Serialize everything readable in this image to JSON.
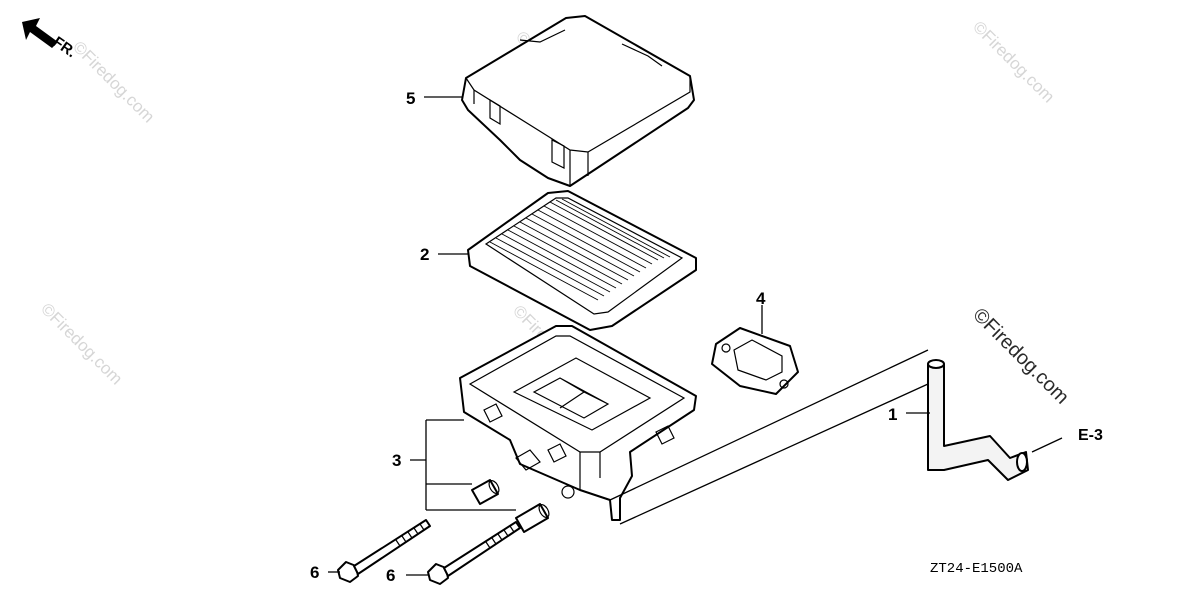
{
  "direction_indicator": {
    "label": "FR.",
    "icon": "front-arrow-icon"
  },
  "parts": [
    {
      "number": "5",
      "name": "air-cleaner-cover"
    },
    {
      "number": "2",
      "name": "air-filter-element"
    },
    {
      "number": "4",
      "name": "gasket"
    },
    {
      "number": "3",
      "name": "air-cleaner-case"
    },
    {
      "number": "1",
      "name": "breather-tube"
    },
    {
      "number": "6",
      "name": "bolt"
    },
    {
      "number": "6",
      "name": "bolt"
    }
  ],
  "reference": {
    "label": "E-3"
  },
  "diagram_code": "ZT24-E1500A",
  "watermarks": {
    "text": "©Firedog.com"
  }
}
